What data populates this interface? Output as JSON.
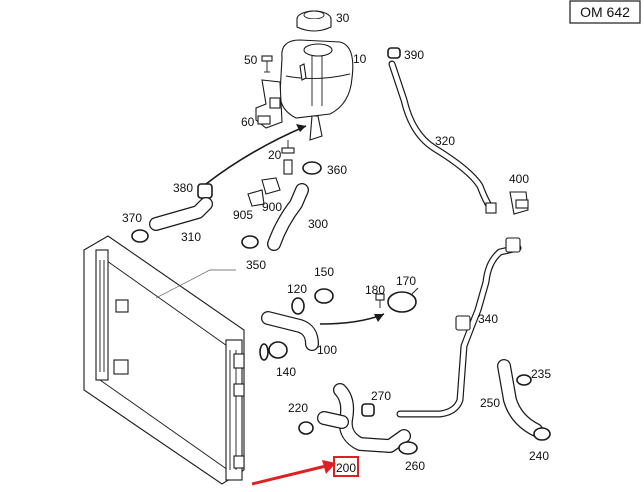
{
  "engine_tag": "OM 642",
  "highlight_color": "#e02020",
  "callouts": [
    {
      "id": "p30",
      "text": "30"
    },
    {
      "id": "p10",
      "text": "10"
    },
    {
      "id": "p50",
      "text": "50"
    },
    {
      "id": "p390",
      "text": "390"
    },
    {
      "id": "p60",
      "text": "60"
    },
    {
      "id": "p320",
      "text": "320"
    },
    {
      "id": "p20",
      "text": "20"
    },
    {
      "id": "p360",
      "text": "360"
    },
    {
      "id": "p380",
      "text": "380"
    },
    {
      "id": "p400",
      "text": "400"
    },
    {
      "id": "p900",
      "text": "900"
    },
    {
      "id": "p905",
      "text": "905"
    },
    {
      "id": "p370",
      "text": "370"
    },
    {
      "id": "p310",
      "text": "310"
    },
    {
      "id": "p300",
      "text": "300"
    },
    {
      "id": "p350",
      "text": "350"
    },
    {
      "id": "p150",
      "text": "150"
    },
    {
      "id": "p170",
      "text": "170"
    },
    {
      "id": "p120",
      "text": "120"
    },
    {
      "id": "p180",
      "text": "180"
    },
    {
      "id": "p340",
      "text": "340"
    },
    {
      "id": "p100",
      "text": "100"
    },
    {
      "id": "p140",
      "text": "140"
    },
    {
      "id": "p235",
      "text": "235"
    },
    {
      "id": "p270",
      "text": "270"
    },
    {
      "id": "p250",
      "text": "250"
    },
    {
      "id": "p220",
      "text": "220"
    },
    {
      "id": "p240",
      "text": "240"
    },
    {
      "id": "p260",
      "text": "260"
    },
    {
      "id": "p200",
      "text": "200",
      "highlighted": true
    }
  ]
}
